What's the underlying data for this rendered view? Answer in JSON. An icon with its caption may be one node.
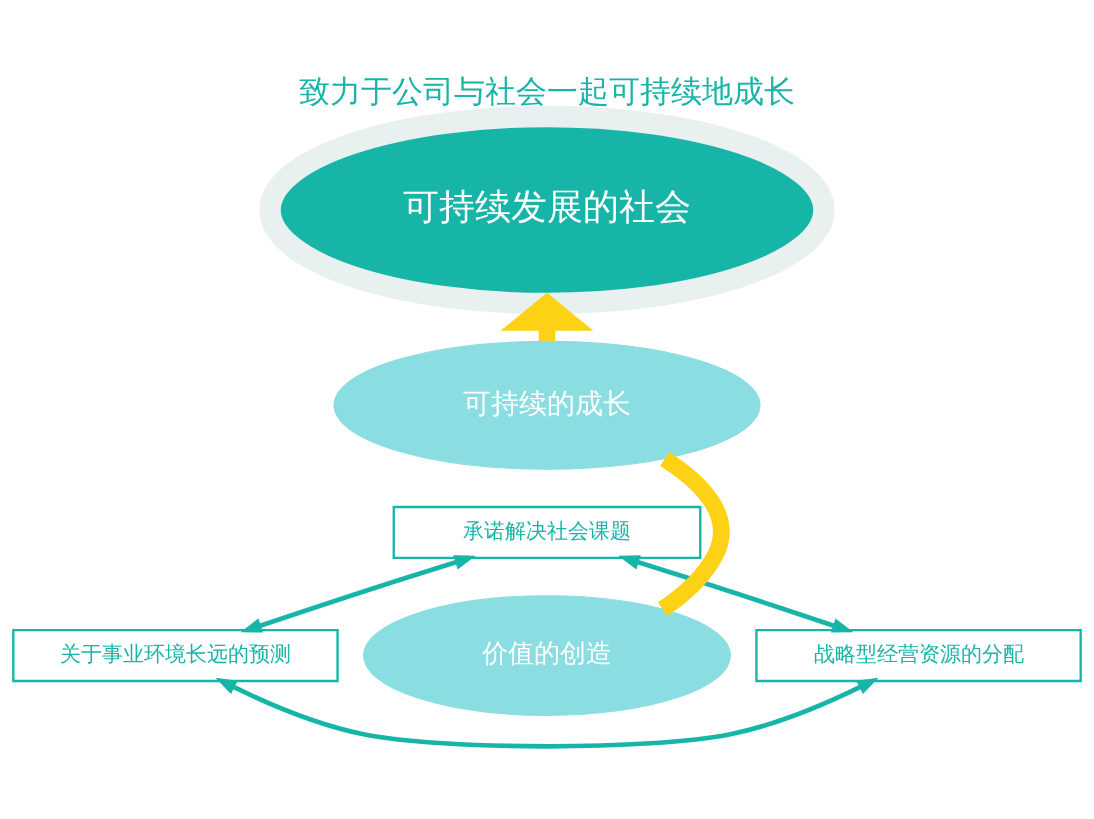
{
  "diagram": {
    "title": "致力于公司与社会一起可持续地成长",
    "nodes": [
      {
        "text": [
          "可持续发展的社会"
        ]
      },
      {
        "text": [
          "可持续的成长"
        ]
      },
      {
        "text": [
          "承诺解决社会课题"
        ]
      },
      {
        "text": [
          "价值的创造"
        ]
      },
      {
        "text": [
          "关于事业环境长远的预测"
        ]
      },
      {
        "text": [
          "战略型经营资源的分配"
        ]
      }
    ],
    "edges": [
      {
        "from": 3,
        "to": 1,
        "arrow": "none",
        "style": "thick",
        "color": "#fcd116"
      },
      {
        "from": 1,
        "to": 0,
        "arrow": "to",
        "style": "thick",
        "color": "#fcd116"
      },
      {
        "from": 4,
        "to": 2,
        "arrow": "both"
      },
      {
        "from": 2,
        "to": 5,
        "arrow": "both"
      },
      {
        "from": 4,
        "to": 5,
        "arrow": "both"
      }
    ]
  }
}
